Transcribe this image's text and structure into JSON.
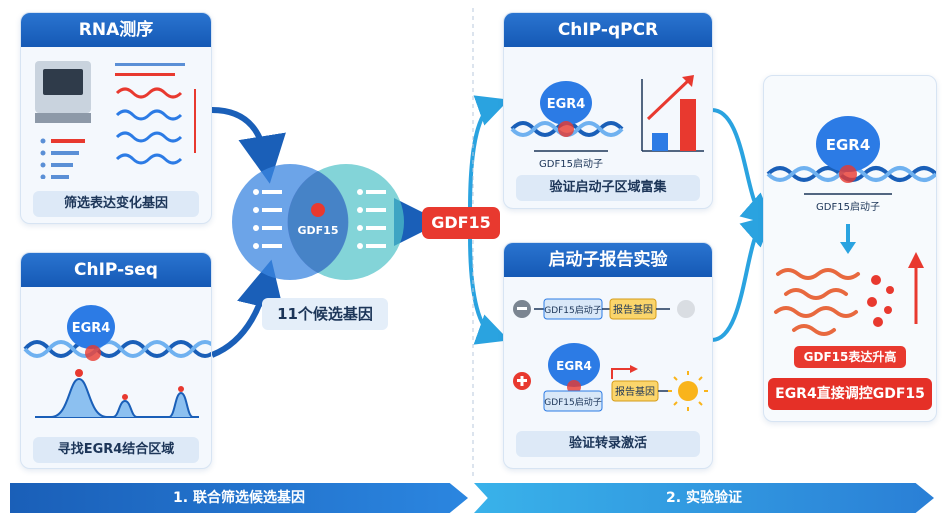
{
  "rna": {
    "title": "RNA测序",
    "caption": "筛选表达变化基因"
  },
  "chip_seq": {
    "title": "ChIP-seq",
    "protein": "EGR4",
    "caption": "寻找EGR4结合区域"
  },
  "venn": {
    "center": "GDF15",
    "caption": "11个候选基因"
  },
  "gdf15_tag": "GDF15",
  "chip_qpcr": {
    "title": "ChIP-qPCR",
    "protein": "EGR4",
    "promoter": "GDF15启动子",
    "caption": "验证启动子区域富集"
  },
  "reporter": {
    "title": "启动子报告实验",
    "protein": "EGR4",
    "promoter": "GDF15启动子",
    "reporter_gene": "报告基因",
    "caption": "验证转录激活"
  },
  "result": {
    "protein": "EGR4",
    "promoter": "GDF15启动子",
    "expression": "GDF15表达升高",
    "conclusion": "EGR4直接调控GDF15"
  },
  "steps": {
    "step1": "1. 联合筛选候选基因",
    "step2": "2. 实验验证"
  },
  "colors": {
    "primary": "#1a5fb8",
    "accent": "#e8392f",
    "light": "#dde9f7",
    "protein": "#2c7be5"
  }
}
